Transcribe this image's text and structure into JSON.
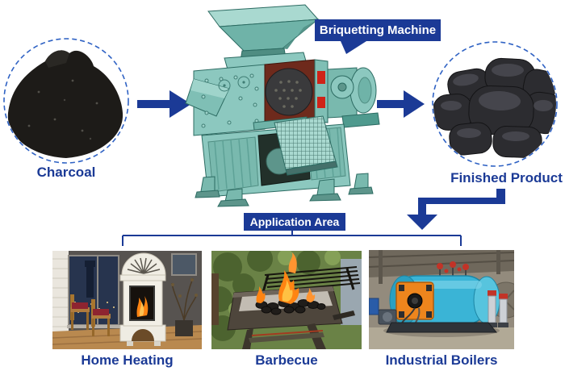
{
  "colors": {
    "navy": "#1b3a96",
    "circle-border": "#2f62c4",
    "machine-teal": "#8cc8bf",
    "machine-teal-dark": "#4f9a8e",
    "interior-red": "#6e2a1c",
    "flame-orange": "#ff8412",
    "boiler-cyan": "#3ab4d6",
    "briquette-black": "#2c2c30"
  },
  "flow": {
    "input_label": "Charcoal",
    "machine_label": "Briquetting Machine",
    "output_label": "Finished Product"
  },
  "application": {
    "label": "Application Area",
    "items": [
      {
        "label": "Home Heating"
      },
      {
        "label": "Barbecue"
      },
      {
        "label": "Industrial Boilers"
      }
    ]
  },
  "icons": {
    "flow_arrow_1": "arrow-right-icon",
    "flow_arrow_2": "arrow-right-icon",
    "output_connector": "elbow-arrow-down-icon",
    "application_bracket": "bracket-connector-icon"
  }
}
